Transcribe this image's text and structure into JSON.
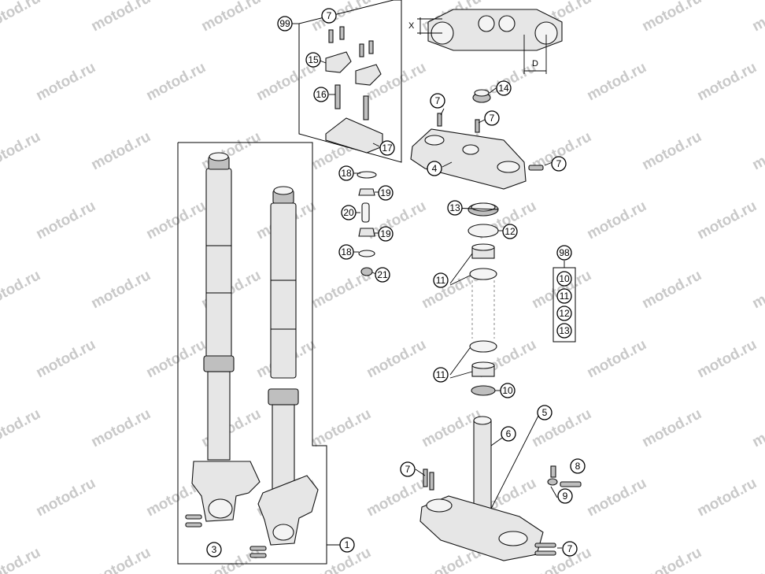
{
  "watermark": {
    "text": "motod.ru"
  },
  "dimensions": {
    "x_label": "X",
    "d_label": "D"
  },
  "callouts": {
    "c99": "99",
    "c7a": "7",
    "c15": "15",
    "c16": "16",
    "c17": "17",
    "c7b": "7",
    "c14": "14",
    "c7c": "7",
    "c4": "4",
    "c7d": "7",
    "c18a": "18",
    "c19a": "19",
    "c20": "20",
    "c19b": "19",
    "c18b": "18",
    "c21": "21",
    "c13": "13",
    "c12": "12",
    "c11a": "11",
    "c98": "98",
    "c98_10": "10",
    "c98_11": "11",
    "c98_12": "12",
    "c98_13": "13",
    "c11b": "11",
    "c10": "10",
    "c5": "5",
    "c6": "6",
    "c7e": "7",
    "c8": "8",
    "c9": "9",
    "c7f": "7",
    "c3": "3",
    "c1": "1"
  }
}
